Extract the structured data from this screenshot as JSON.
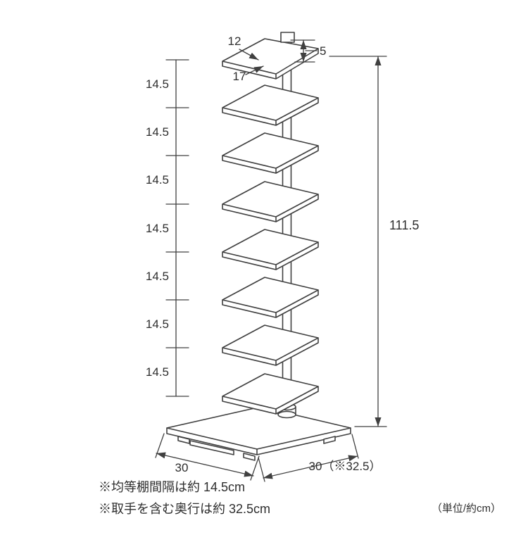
{
  "colors": {
    "line": "#404040",
    "text": "#2e2e2e",
    "background": "#ffffff"
  },
  "diagram": {
    "type": "furniture-dimension-drawing",
    "subject": "tower-bookshelf-with-pole-and-7-shelves",
    "top": {
      "depth": "12",
      "width": "17",
      "height": "5"
    },
    "gaps": [
      "14.5",
      "14.5",
      "14.5",
      "14.5",
      "14.5",
      "14.5",
      "14.5"
    ],
    "total_height": "111.5",
    "base": {
      "width": "30",
      "depth": "30（※32.5）"
    },
    "notes": {
      "spacing": "※均等棚間隔は約 14.5cm",
      "depth_with_handle": "※取手を含む奥行は約 32.5cm",
      "unit": "（単位/約cm）"
    }
  }
}
